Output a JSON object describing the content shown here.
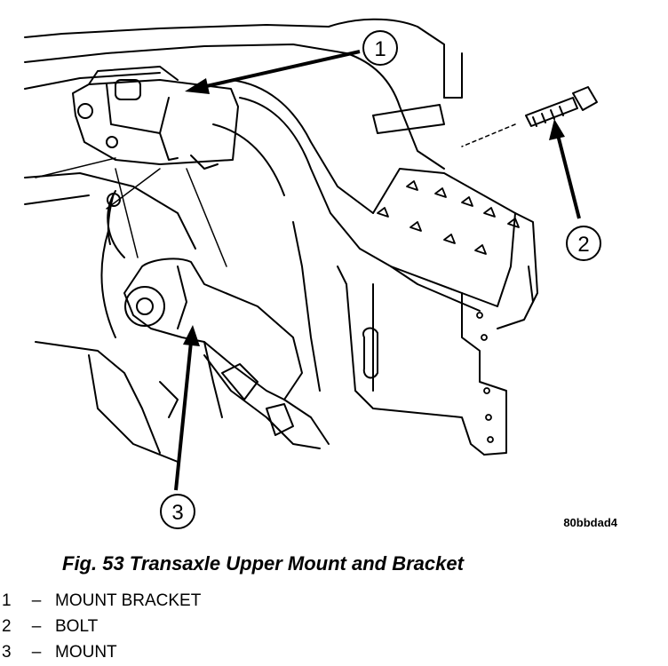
{
  "figure": {
    "code": "80bbdad4",
    "caption": "Fig. 53 Transaxle Upper Mount and Bracket"
  },
  "callouts": [
    {
      "number": "1"
    },
    {
      "number": "2"
    },
    {
      "number": "3"
    }
  ],
  "legend": [
    {
      "number": "1",
      "dash": "–",
      "label": "MOUNT BRACKET"
    },
    {
      "number": "2",
      "dash": "–",
      "label": "BOLT"
    },
    {
      "number": "3",
      "dash": "–",
      "label": "MOUNT"
    }
  ]
}
